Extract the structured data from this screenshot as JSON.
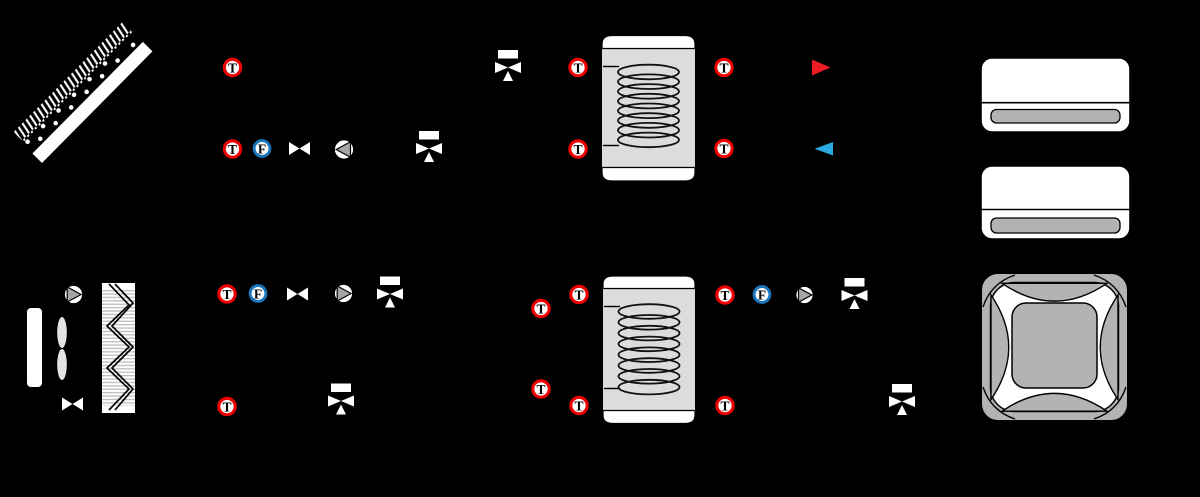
{
  "sensors": {
    "t_label": "T",
    "f_label": "F"
  },
  "colors": {
    "background": "#000000",
    "t_ring": "#ee0000",
    "f_ring": "#1b75bb",
    "supply_arrow": "#ed1c24",
    "return_arrow": "#29abe2",
    "tank_body": "#dcdcdc",
    "panel_gray": "#b3b3b3",
    "pump_triangle": "#a6a6a6"
  },
  "components": {
    "icons": [
      "solar-collector",
      "dhw-coil-tank",
      "buffer-coil-tank",
      "wall-fan-coil",
      "wall-fan-coil",
      "ceiling-cassette",
      "plate-heat-exchanger",
      "dry-cooler-fan",
      "pump",
      "check-valve",
      "three-way-valve",
      "temperature-sensor",
      "flow-sensor",
      "supply-arrow",
      "return-arrow"
    ],
    "temperature_sensor_count": 14,
    "flow_sensor_count": 3,
    "pump_count": 4,
    "check_valve_count": 3,
    "three_way_valve_count": 6
  }
}
